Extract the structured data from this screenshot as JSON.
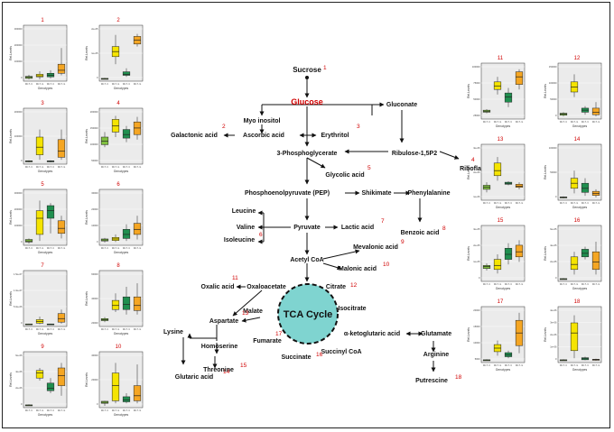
{
  "pathway": {
    "nodes": [
      {
        "id": "sucrose",
        "label": "Sucrose",
        "num": "1",
        "color": "#111"
      },
      {
        "id": "glucose",
        "label": "Glucose",
        "num": "",
        "color": "#d00000"
      },
      {
        "id": "myo",
        "label": "Myo inositol",
        "num": "",
        "color": "#111"
      },
      {
        "id": "gluconate",
        "label": "Gluconate",
        "num": "",
        "color": "#111"
      },
      {
        "id": "galactonic",
        "label": "Galactonic acid",
        "num": "2",
        "color": "#111"
      },
      {
        "id": "ascorbic",
        "label": "Ascorbic acid",
        "num": "",
        "color": "#111"
      },
      {
        "id": "erythritol",
        "label": "Erythritol",
        "num": "3",
        "color": "#111"
      },
      {
        "id": "pg3",
        "label": "3-Phosphoglycerate",
        "num": "",
        "color": "#111"
      },
      {
        "id": "ribulose",
        "label": "Ribulose-1,5P2",
        "num": "",
        "color": "#111"
      },
      {
        "id": "riboflavin",
        "label": "Riboflavin",
        "num": "4",
        "color": "#111"
      },
      {
        "id": "glycolic",
        "label": "Glycolic acid",
        "num": "5",
        "color": "#111"
      },
      {
        "id": "pep",
        "label": "Phosphoenolpyruvate (PEP)",
        "num": "",
        "color": "#111"
      },
      {
        "id": "shikimate",
        "label": "Shikimate",
        "num": "",
        "color": "#111"
      },
      {
        "id": "phenylalanine",
        "label": "Phenylalanine",
        "num": "",
        "color": "#111"
      },
      {
        "id": "leucine",
        "label": "Leucine",
        "num": "",
        "color": "#111"
      },
      {
        "id": "valine",
        "label": "Valine",
        "num": "",
        "color": "#111"
      },
      {
        "id": "isoleucine",
        "label": "Isoleucine",
        "num": "6",
        "color": "#111"
      },
      {
        "id": "pyruvate",
        "label": "Pyruvate",
        "num": "",
        "color": "#111"
      },
      {
        "id": "lactic",
        "label": "Lactic acid",
        "num": "7",
        "color": "#111"
      },
      {
        "id": "benzoic",
        "label": "Benzoic acid",
        "num": "8",
        "color": "#111"
      },
      {
        "id": "acetylcoa",
        "label": "Acetyl CoA",
        "num": "",
        "color": "#111"
      },
      {
        "id": "mevalonic",
        "label": "Mevalonic acid",
        "num": "9",
        "color": "#111"
      },
      {
        "id": "malonic",
        "label": "Malonic acid",
        "num": "10",
        "color": "#111"
      },
      {
        "id": "oxalic",
        "label": "Oxalic acid",
        "num": "11",
        "color": "#111"
      },
      {
        "id": "oxaloacetate",
        "label": "Oxaloacetate",
        "num": "",
        "color": "#111"
      },
      {
        "id": "citrate",
        "label": "Citrate",
        "num": "12",
        "color": "#111"
      },
      {
        "id": "malate",
        "label": "Malate",
        "num": "",
        "color": "#111"
      },
      {
        "id": "isocitrate",
        "label": "Isocitrate",
        "num": "",
        "color": "#111"
      },
      {
        "id": "aspartate",
        "label": "Aspartate",
        "num": "13",
        "color": "#111"
      },
      {
        "id": "lysine",
        "label": "Lysine",
        "num": "",
        "color": "#111"
      },
      {
        "id": "homoserine",
        "label": "Homoserine",
        "num": "",
        "color": "#111"
      },
      {
        "id": "fumarate",
        "label": "Fumarate",
        "num": "",
        "color": "#111"
      },
      {
        "id": "akg",
        "label": "α-ketoglutaric acid",
        "num": "",
        "color": "#111"
      },
      {
        "id": "glutamate",
        "label": "Glutamate",
        "num": "",
        "color": "#111"
      },
      {
        "id": "succcoa",
        "label": "Succinyl CoA",
        "num": "",
        "color": "#111"
      },
      {
        "id": "succinate",
        "label": "Succinate",
        "num": "16",
        "color": "#111"
      },
      {
        "id": "glutaric",
        "label": "Glutaric  acid",
        "num": "14",
        "color": "#111"
      },
      {
        "id": "threonine",
        "label": "Threonine",
        "num": "15",
        "color": "#111"
      },
      {
        "id": "arginine",
        "label": "Arginine",
        "num": "",
        "color": "#111"
      },
      {
        "id": "putrescine",
        "label": "Putrescine",
        "num": "18",
        "color": "#111"
      }
    ],
    "tca": {
      "label": "TCA Cycle",
      "fill": "#7fd4d0"
    },
    "extra_nums": [
      {
        "id": "fum17",
        "num": "17"
      }
    ]
  },
  "plot_text": {
    "ylabel": "Rel.Levels",
    "xlabel": "Genotypes",
    "xticks": [
      "Wt-T- C",
      "Wt-T- G",
      "Wt-T- C",
      "Wt-T- G"
    ]
  },
  "colors": {
    "c1": "#7fbf3f",
    "c2": "#f5e400",
    "c3": "#1f8f4f",
    "c4": "#f5a623"
  },
  "plots": [
    {
      "num": "1",
      "yticks": [
        "300000",
        "200000",
        "100000",
        "0"
      ],
      "boxes": [
        [
          0,
          0.02,
          0.04,
          0.06,
          0.09
        ],
        [
          0,
          0.05,
          0.07,
          0.1,
          0.16
        ],
        [
          0.02,
          0.05,
          0.08,
          0.12,
          0.18
        ],
        [
          0.08,
          0.12,
          0.18,
          0.3,
          0.62
        ]
      ]
    },
    {
      "num": "2",
      "yticks": [
        "2e+05",
        "1e+05",
        "0"
      ],
      "boxes": [
        [
          0,
          0.0,
          0.01,
          0.02,
          0.03
        ],
        [
          0.3,
          0.45,
          0.55,
          0.65,
          0.88
        ],
        [
          0.05,
          0.08,
          0.1,
          0.15,
          0.22
        ],
        [
          0.65,
          0.7,
          0.78,
          0.85,
          0.9
        ]
      ]
    },
    {
      "num": "3",
      "yticks": [
        "200000",
        "100000",
        "0"
      ],
      "boxes": [
        [
          0,
          0.01,
          0.02,
          0.03,
          0.04
        ],
        [
          0.05,
          0.15,
          0.3,
          0.5,
          0.65
        ],
        [
          0,
          0.01,
          0.02,
          0.03,
          0.04
        ],
        [
          0.05,
          0.1,
          0.22,
          0.45,
          0.65
        ]
      ]
    },
    {
      "num": "4",
      "yticks": [
        "200000",
        "150000",
        "100000",
        "50000"
      ],
      "boxes": [
        [
          0.3,
          0.35,
          0.42,
          0.5,
          0.6
        ],
        [
          0.5,
          0.6,
          0.72,
          0.85,
          0.92
        ],
        [
          0.4,
          0.48,
          0.55,
          0.65,
          0.72
        ],
        [
          0.45,
          0.55,
          0.68,
          0.8,
          0.9
        ]
      ]
    },
    {
      "num": "5",
      "yticks": [
        "300000",
        "200000",
        "100000",
        "0"
      ],
      "boxes": [
        [
          0,
          0.03,
          0.05,
          0.08,
          0.1
        ],
        [
          0.05,
          0.18,
          0.5,
          0.65,
          0.85
        ],
        [
          0.2,
          0.5,
          0.65,
          0.75,
          0.8
        ],
        [
          0.1,
          0.2,
          0.3,
          0.45,
          0.55
        ]
      ]
    },
    {
      "num": "6",
      "yticks": [
        "30000",
        "20000",
        "10000",
        "0"
      ],
      "boxes": [
        [
          0.02,
          0.05,
          0.07,
          0.09,
          0.11
        ],
        [
          0.03,
          0.06,
          0.09,
          0.12,
          0.18
        ],
        [
          0.05,
          0.1,
          0.18,
          0.28,
          0.38
        ],
        [
          0.08,
          0.18,
          0.28,
          0.4,
          0.55
        ]
      ]
    },
    {
      "num": "7",
      "yticks": [
        "1.5e+07",
        "1.0e+07",
        "5.0e+06",
        "0"
      ],
      "boxes": [
        [
          0,
          0.0,
          0.01,
          0.015,
          0.02
        ],
        [
          0.01,
          0.03,
          0.06,
          0.1,
          0.16
        ],
        [
          0,
          0.0,
          0.01,
          0.015,
          0.02
        ],
        [
          0.02,
          0.05,
          0.12,
          0.22,
          0.3
        ]
      ]
    },
    {
      "num": "8",
      "yticks": [
        "60000",
        "40000",
        "20000"
      ],
      "boxes": [
        [
          0.05,
          0.08,
          0.1,
          0.12,
          0.15
        ],
        [
          0.25,
          0.3,
          0.38,
          0.48,
          0.62
        ],
        [
          0.2,
          0.3,
          0.4,
          0.55,
          0.75
        ],
        [
          0.2,
          0.28,
          0.38,
          0.55,
          0.82
        ]
      ]
    },
    {
      "num": "9",
      "yticks": [
        "6e+06",
        "4e+06",
        "2e+06",
        "0"
      ],
      "boxes": [
        [
          0,
          0.0,
          0.01,
          0.02,
          0.03
        ],
        [
          0.5,
          0.55,
          0.65,
          0.7,
          0.75
        ],
        [
          0.25,
          0.3,
          0.35,
          0.45,
          0.55
        ],
        [
          0.2,
          0.4,
          0.6,
          0.75,
          0.85
        ]
      ]
    },
    {
      "num": "10",
      "yticks": [
        "40000",
        "20000",
        "0"
      ],
      "boxes": [
        [
          0,
          0.05,
          0.07,
          0.09,
          0.1
        ],
        [
          0.05,
          0.1,
          0.4,
          0.65,
          0.85
        ],
        [
          0.05,
          0.08,
          0.12,
          0.18,
          0.25
        ],
        [
          0.05,
          0.1,
          0.2,
          0.4,
          0.82
        ]
      ]
    },
    {
      "num": "11",
      "yticks": [
        "100000",
        "75000",
        "50000",
        "25000"
      ],
      "boxes": [
        [
          0.08,
          0.1,
          0.12,
          0.14,
          0.16
        ],
        [
          0.45,
          0.55,
          0.62,
          0.7,
          0.8
        ],
        [
          0.2,
          0.3,
          0.4,
          0.48,
          0.58
        ],
        [
          0.55,
          0.65,
          0.8,
          0.9,
          0.95
        ]
      ]
    },
    {
      "num": "12",
      "yticks": [
        "150000",
        "100000",
        "50000",
        "0"
      ],
      "boxes": [
        [
          0.02,
          0.04,
          0.06,
          0.08,
          0.1
        ],
        [
          0.4,
          0.5,
          0.6,
          0.7,
          0.85
        ],
        [
          0.05,
          0.1,
          0.14,
          0.18,
          0.22
        ],
        [
          0.02,
          0.05,
          0.1,
          0.18,
          0.3
        ]
      ]
    },
    {
      "num": "13",
      "yticks": [
        "3e+06",
        "2e+06",
        "1e+06"
      ],
      "boxes": [
        [
          0.12,
          0.18,
          0.22,
          0.26,
          0.32
        ],
        [
          0.35,
          0.45,
          0.55,
          0.7,
          0.82
        ],
        [
          0.26,
          0.28,
          0.3,
          0.32,
          0.34
        ],
        [
          0.18,
          0.22,
          0.24,
          0.28,
          0.32
        ]
      ]
    },
    {
      "num": "14",
      "yticks": [
        "100000",
        "50000",
        "0"
      ],
      "boxes": [
        [
          0,
          0.01,
          0.02,
          0.03,
          0.04
        ],
        [
          0.1,
          0.2,
          0.3,
          0.4,
          0.55
        ],
        [
          0.05,
          0.12,
          0.2,
          0.3,
          0.4
        ],
        [
          0.02,
          0.06,
          0.1,
          0.14,
          0.18
        ]
      ]
    },
    {
      "num": "15",
      "yticks": [
        "3e+05",
        "2e+05",
        "1e+05",
        "0"
      ],
      "boxes": [
        [
          0.18,
          0.22,
          0.26,
          0.28,
          0.32
        ],
        [
          0.12,
          0.2,
          0.28,
          0.4,
          0.5
        ],
        [
          0.3,
          0.4,
          0.5,
          0.62,
          0.72
        ],
        [
          0.35,
          0.45,
          0.55,
          0.68,
          0.78
        ]
      ]
    },
    {
      "num": "16",
      "yticks": [
        "6e+05",
        "4e+05",
        "2e+05",
        "0"
      ],
      "boxes": [
        [
          0,
          0.0,
          0.01,
          0.02,
          0.03
        ],
        [
          0.1,
          0.2,
          0.3,
          0.45,
          0.55
        ],
        [
          0.4,
          0.45,
          0.52,
          0.6,
          0.65
        ],
        [
          0.1,
          0.2,
          0.35,
          0.55,
          0.75
        ]
      ]
    },
    {
      "num": "17",
      "yticks": [
        "20000",
        "15000",
        "10000",
        "5000"
      ],
      "boxes": [
        [
          0,
          0.0,
          0.01,
          0.02,
          0.03
        ],
        [
          0.1,
          0.18,
          0.25,
          0.32,
          0.4
        ],
        [
          0.05,
          0.08,
          0.12,
          0.16,
          0.2
        ],
        [
          0.15,
          0.3,
          0.55,
          0.8,
          0.95
        ]
      ]
    },
    {
      "num": "18",
      "yticks": [
        "4e+06",
        "3e+06",
        "2e+06",
        "1e+06",
        "0"
      ],
      "boxes": [
        [
          0,
          0.0,
          0.01,
          0.02,
          0.03
        ],
        [
          0.05,
          0.2,
          0.55,
          0.75,
          0.9
        ],
        [
          0.01,
          0.02,
          0.04,
          0.06,
          0.08
        ],
        [
          0,
          0.01,
          0.02,
          0.03,
          0.04
        ]
      ]
    }
  ]
}
